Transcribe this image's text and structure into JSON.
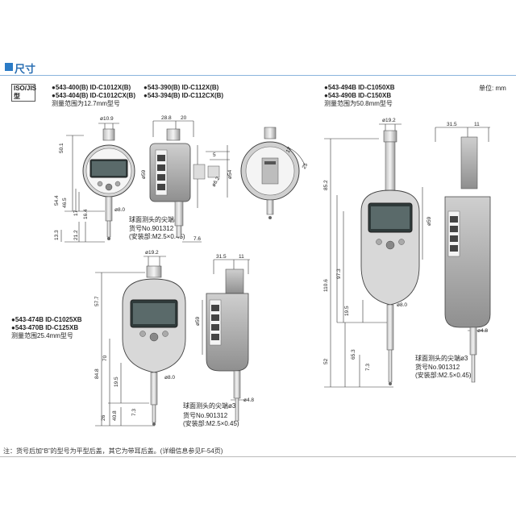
{
  "header": {
    "title": "尺寸"
  },
  "iso_box": {
    "line1": "ISO/JIS",
    "line2": "型"
  },
  "unit_label": "单位: mm",
  "groups": {
    "a": {
      "line1_left": "●543-400(B) ID-C1012X(B)",
      "line1_right": "●543-390(B) ID-C112X(B)",
      "line2_left": "●543-404(B) ID-C1012CX(B)",
      "line2_right": "●543-394(B) ID-C112CX(B)",
      "range": "测量范围为12.7mm型号"
    },
    "b": {
      "line1": "●543-494B  ID-C1050XB",
      "line2": "●543-490B  ID-C150XB",
      "range": "测量范围为50.8mm型号"
    },
    "c": {
      "line1": "●543-474B  ID-C1025XB",
      "line2": "●543-470B  ID-C125XB",
      "range": "测量范围25.4mm型号"
    }
  },
  "callouts": {
    "contact_point": "球面测头的尖端ø3",
    "part_no": "货号No.901312",
    "mount_screw": "(安装部:M2.5×0.45)"
  },
  "dims": {
    "a_front": [
      "ø10.9",
      "50.1",
      "54.4",
      "46.5",
      "17",
      "21.2",
      "13.3",
      "ø8.0",
      "16.4"
    ],
    "a_side": [
      "28.8",
      "20",
      "ø59",
      "7.6"
    ],
    "a_back": [
      "5",
      "17",
      "ø54",
      "ø6.2",
      "25"
    ],
    "b_front": [
      "ø19.2",
      "85.2",
      "110.6",
      "97.3",
      "19.5",
      "ø8.0",
      "65.3",
      "52",
      "7.3"
    ],
    "b_side": [
      "31.5",
      "11",
      "ø59",
      "ø4.8"
    ],
    "c_front": [
      "ø19.2",
      "57.7",
      "84.8",
      "70",
      "19.5",
      "ø8.0",
      "40.8",
      "26",
      "7.3"
    ],
    "c_side": [
      "31.5",
      "11",
      "ø59",
      "ø4.8"
    ]
  },
  "footnote": "注：货号后加“B”的型号为平型后盖，其它为带耳后盖。(详细信息参见F-54页)"
}
